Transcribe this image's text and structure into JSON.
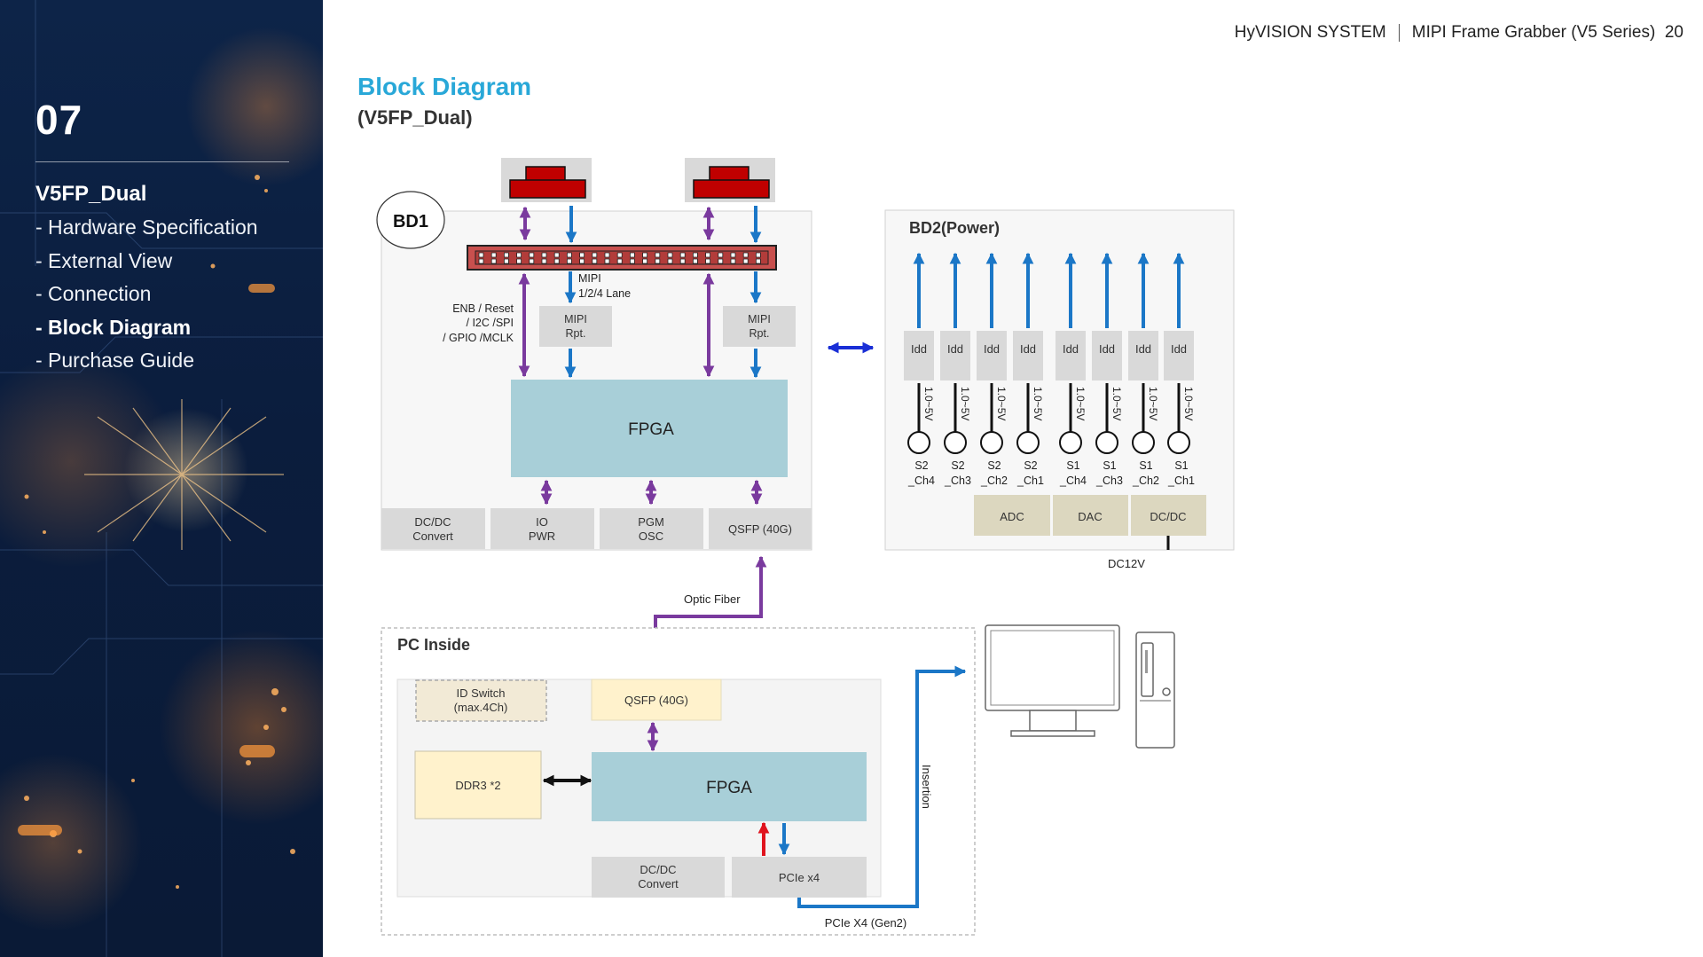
{
  "sidebar": {
    "section_number": "07",
    "menu_title": "V5FP_Dual",
    "items": [
      {
        "label": "- Hardware Specification"
      },
      {
        "label": "- External View"
      },
      {
        "label": "- Connection"
      },
      {
        "label": "- Block Diagram",
        "active": true
      },
      {
        "label": "- Purchase Guide"
      }
    ]
  },
  "header": {
    "brand": "HyVISION SYSTEM",
    "doc_title": "MIPI Frame Grabber (V5 Series)",
    "page_number": "20"
  },
  "page": {
    "title": "Block Diagram",
    "subtitle": "(V5FP_Dual)"
  },
  "diagram": {
    "bd1": {
      "label": "BD1",
      "mipi_note_1": "MIPI",
      "mipi_note_2": "1/2/4 Lane",
      "ctrl_note_1": "ENB / Reset",
      "ctrl_note_2": "/ I2C /SPI",
      "ctrl_note_3": "/ GPIO /MCLK",
      "rpt_left_1": "MIPI",
      "rpt_left_2": "Rpt.",
      "rpt_right_1": "MIPI",
      "rpt_right_2": "Rpt.",
      "fpga": "FPGA",
      "dcdc_1": "DC/DC",
      "dcdc_2": "Convert",
      "io_1": "IO",
      "io_2": "PWR",
      "pgm_1": "PGM",
      "pgm_2": "OSC",
      "qsfp": "QSFP (40G)"
    },
    "bd2": {
      "label": "BD2(Power)",
      "idd": [
        "Idd",
        "Idd",
        "Idd",
        "Idd",
        "Idd",
        "Idd",
        "Idd",
        "Idd"
      ],
      "voltage": [
        "1.0~5V",
        "1.0~5V",
        "1.0~5V",
        "1.0~5V",
        "1.0~5V",
        "1.0~5V",
        "1.0~5V",
        "1.0~5V"
      ],
      "channels_top": [
        "S2",
        "S2",
        "S2",
        "S2",
        "S1",
        "S1",
        "S1",
        "S1"
      ],
      "channels_bottom": [
        "_Ch4",
        "_Ch3",
        "_Ch2",
        "_Ch1",
        "_Ch4",
        "_Ch3",
        "_Ch2",
        "_Ch1"
      ],
      "adc": "ADC",
      "dac": "DAC",
      "dcdc": "DC/DC",
      "dc_input": "DC12V"
    },
    "optic_fiber": "Optic Fiber",
    "pc": {
      "label": "PC Inside",
      "id_switch_1": "ID Switch",
      "id_switch_2": "(max.4Ch)",
      "qsfp": "QSFP (40G)",
      "ddr": "DDR3 *2",
      "fpga": "FPGA",
      "dcdc_1": "DC/DC",
      "dcdc_2": "Convert",
      "pcie": "PCIe x4",
      "pcie_link": "PCIe X4 (Gen2)",
      "insertion": "Insertion"
    },
    "colors": {
      "purple": "#7a3a9e",
      "blue": "#1b77c7",
      "fpga_fill": "#a8cfd8",
      "gray_box": "#d9d9d9",
      "yellow_box": "#fff2cc",
      "tan_box": "#dcd7bf",
      "connector_red": "#c00000"
    }
  }
}
